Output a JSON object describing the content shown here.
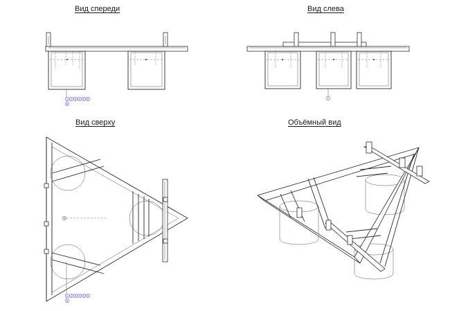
{
  "views": {
    "front": "Вид спереди",
    "left": "Вид слева",
    "top": "Вид сверху",
    "iso": "Объёмный вид"
  },
  "callouts": {
    "front_row": [
      "1",
      "2",
      "3",
      "4",
      "5",
      "6"
    ],
    "front_extra": "6",
    "left_mark": "7",
    "top_left_mark": "8",
    "top_row": [
      "1",
      "2",
      "3",
      "4",
      "5",
      "6"
    ],
    "top_extra": "6"
  },
  "colors": {
    "line": "#2a2a2a",
    "callout": "#6a6ad0"
  }
}
